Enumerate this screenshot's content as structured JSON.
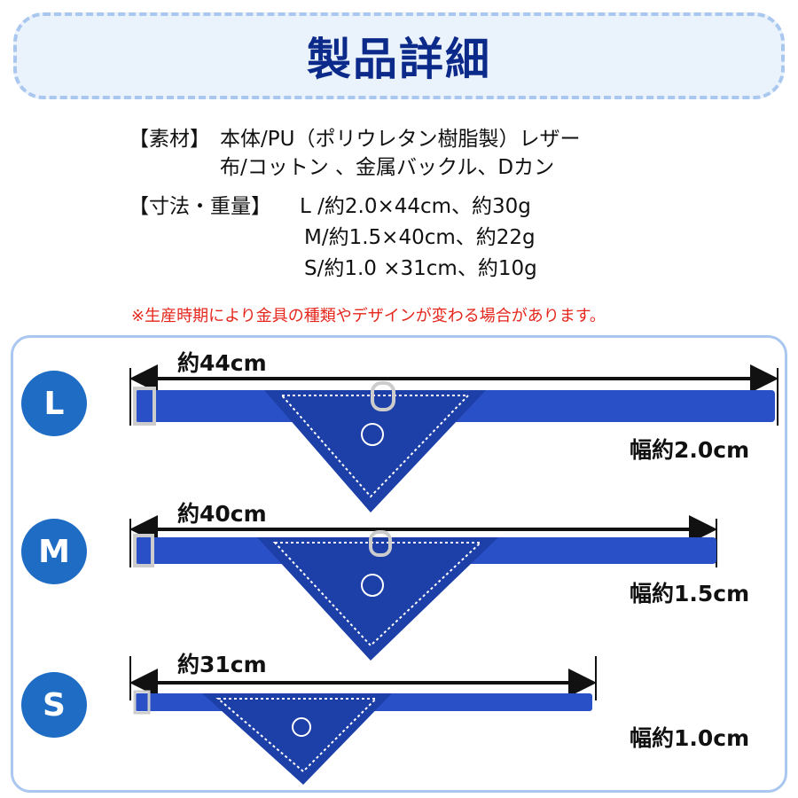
{
  "header": {
    "title": "製品詳細"
  },
  "specs": {
    "material_label": "【素材】",
    "material_line1": "本体/PU（ポリウレタン樹脂製）レザー",
    "material_line2": "布/コットン 、金属バックル、Dカン",
    "size_label": "【寸法・重量】",
    "size_L": "L /約2.0×44cm、約30g",
    "size_M": "M/約1.5×40cm、約22g",
    "size_S": "S/約1.0 ×31cm、約10g"
  },
  "note": "※生産時期により金具の種類やデザインが変わる場合があります。",
  "sizes": [
    {
      "badge": "L",
      "length": "約44cm",
      "width": "幅約2.0cm"
    },
    {
      "badge": "M",
      "length": "約40cm",
      "width": "幅約1.5cm"
    },
    {
      "badge": "S",
      "length": "約31cm",
      "width": "幅約1.0cm"
    }
  ],
  "colors": {
    "title": "#0c2a8a",
    "badge": "#1e6cc4",
    "note": "#e5261c",
    "strap": "#2a50c8"
  }
}
